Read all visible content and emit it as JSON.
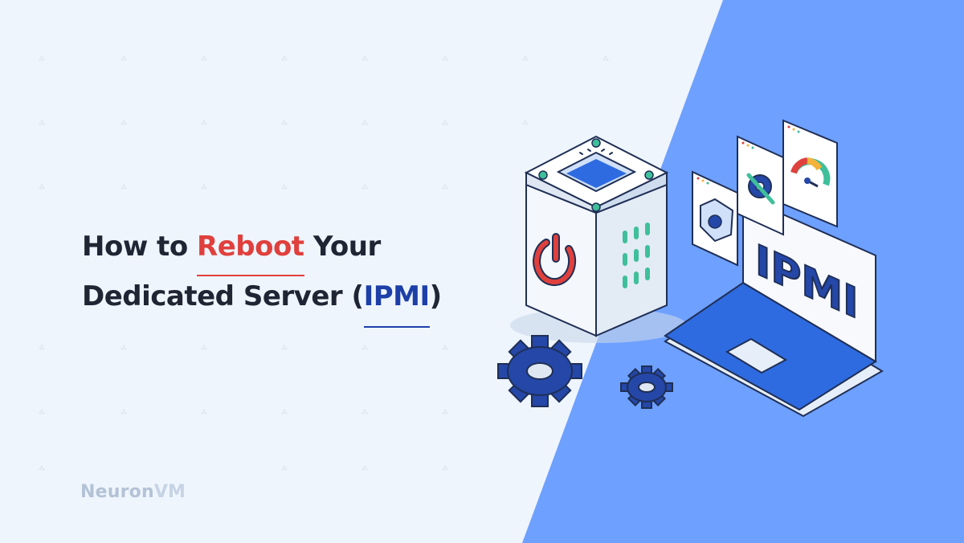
{
  "headline": {
    "pre": "How to ",
    "highlight_red": "Reboot",
    "post_line1": " Your",
    "line2_pre": "Dedicated Server ",
    "paren_open": "(",
    "highlight_blue": "IPMI",
    "paren_close": ")"
  },
  "illustration": {
    "screen_label": "IPMI"
  },
  "brand": {
    "name_part1": "Neuron",
    "name_part2": "VM"
  },
  "colors": {
    "background": "#eef5fd",
    "diagonal_blue": "#6ea0ff",
    "red_accent": "#e0403d",
    "blue_accent": "#1d3fa8",
    "text_dark": "#1f2533"
  }
}
